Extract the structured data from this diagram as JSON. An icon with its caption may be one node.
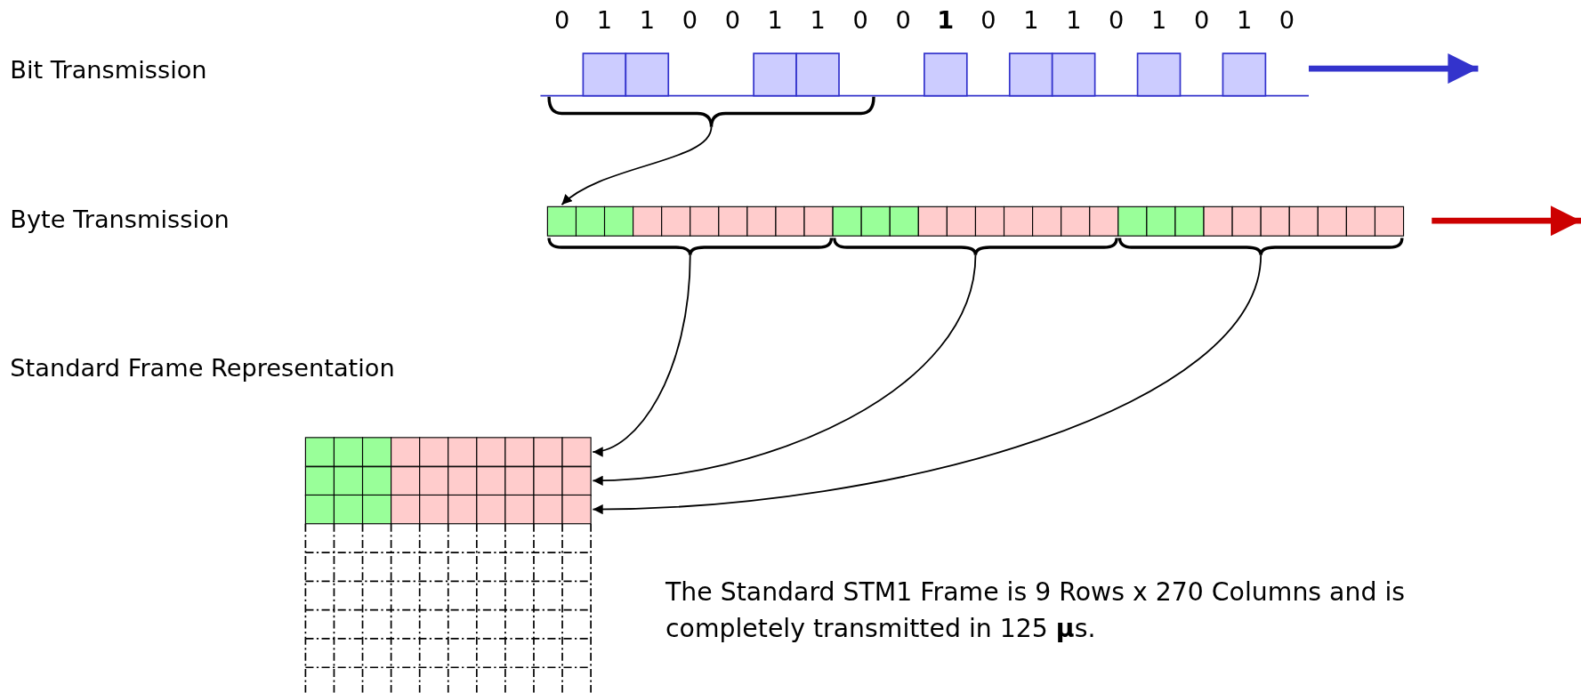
{
  "diagram": {
    "nodes": [
      {
        "text": [],
        "shape": "bracket"
      },
      {
        "text": [],
        "shape": "box"
      },
      {
        "text": [],
        "shape": "bracket"
      },
      {
        "text": [],
        "shape": "bracket"
      },
      {
        "text": [],
        "shape": "bracket"
      },
      {
        "text": [],
        "shape": "bar"
      },
      {
        "text": [],
        "shape": "bar"
      },
      {
        "text": [],
        "shape": "bar"
      }
    ],
    "edges": [
      {
        "from": 0,
        "to": 1,
        "arrow": "to"
      },
      {
        "from": 2,
        "to": 5,
        "arrow": "to"
      },
      {
        "from": 3,
        "to": 6,
        "arrow": "to"
      },
      {
        "from": 4,
        "to": 7,
        "arrow": "to"
      }
    ],
    "labels": [
      "Bit Transmission",
      "0",
      "1",
      "1",
      "0",
      "0",
      "1",
      "1",
      "0",
      "0",
      "1",
      "0",
      "1",
      "1",
      "0",
      "1",
      "0",
      "1",
      "0",
      "Byte Transmission",
      "Standard Frame Representation",
      "The Standard STM1 Frame is 9 Rows x 270 Columns and is completely transmitted in 125 **µ**s."
    ]
  }
}
